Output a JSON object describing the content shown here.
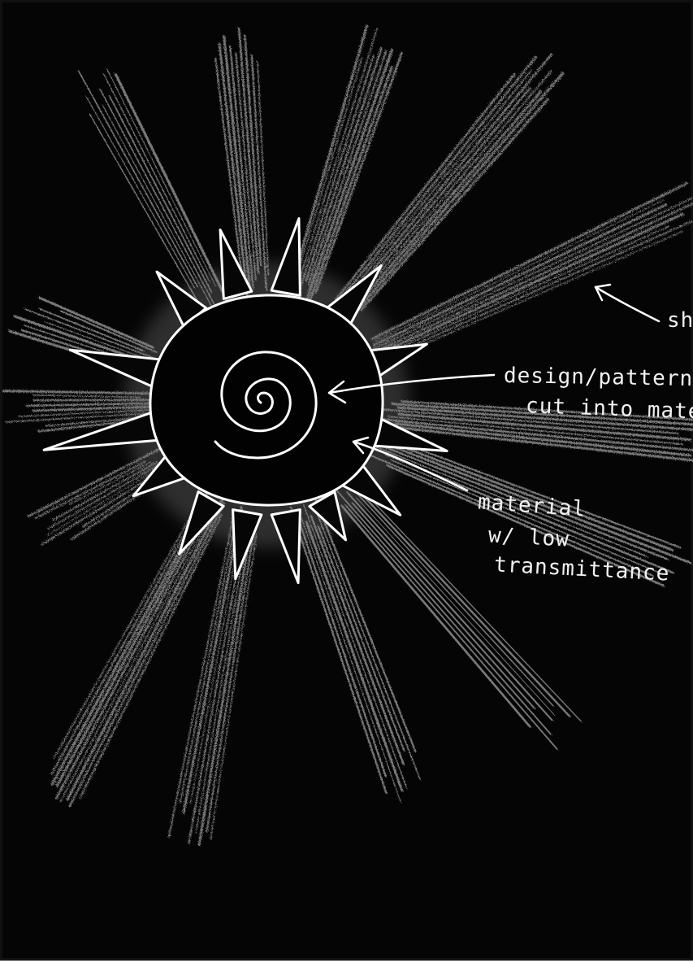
{
  "annotations": {
    "top_right_fragment": "sh",
    "design_line1": "design/pattern",
    "design_line2": "cut into material",
    "material_line1": "material",
    "material_line2": "w/ low",
    "material_line3": "transmittance"
  },
  "colors": {
    "background": "#050505",
    "chalk": "#e8e8e8",
    "ink": "#ffffff"
  },
  "icons": [
    "sun-core-circle",
    "spiral-pattern",
    "arrow-annotation"
  ]
}
